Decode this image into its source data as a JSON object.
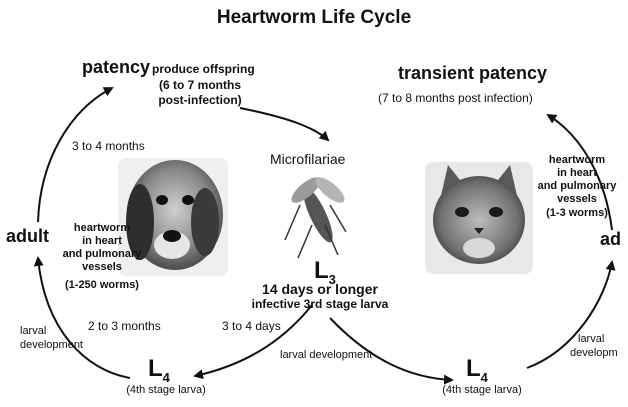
{
  "title": "Heartworm Life Cycle",
  "dog_cycle": {
    "patency_label": "patency",
    "patency_note": "produce offspring",
    "patency_timing_1": "(6 to 7 months",
    "patency_timing_2": "post-infection)",
    "adult_to_patency": "3 to 4 months",
    "adult_label": "adult",
    "adult_note_1": "heartworm",
    "adult_note_2": "in heart",
    "adult_note_3": "and pulmonary",
    "adult_note_4": "vessels",
    "adult_note_5": "(1-250 worms)",
    "l4_to_adult_1": "larval",
    "l4_to_adult_2": "development",
    "l4_to_adult_time": "2 to 3 months",
    "l3_to_l4_time": "3 to 4 days"
  },
  "center": {
    "microfilariae": "Microfilariae",
    "l3_letter": "L",
    "l3_sub": "3",
    "l3_time": "14 days or longer",
    "l3_desc": "infective 3rd stage larva",
    "larval_development": "larval development"
  },
  "l4_left": {
    "letter": "L",
    "sub": "4",
    "desc": "(4th stage larva)"
  },
  "l4_right": {
    "letter": "L",
    "sub": "4",
    "desc": "(4th stage larva)"
  },
  "cat_cycle": {
    "transient_patency": "transient patency",
    "transient_timing": "(7 to 8 months post infection)",
    "adult_note_1": "heartworm",
    "adult_note_2": "in heart",
    "adult_note_3": "and pulmonary",
    "adult_note_4": "vessels",
    "adult_note_5": "(1-3 worms)",
    "adult_label": "ad",
    "larval_1": "larval",
    "larval_2": "developm"
  },
  "colors": {
    "ink": "#111111",
    "photo_bg": "#e8e8e8"
  }
}
